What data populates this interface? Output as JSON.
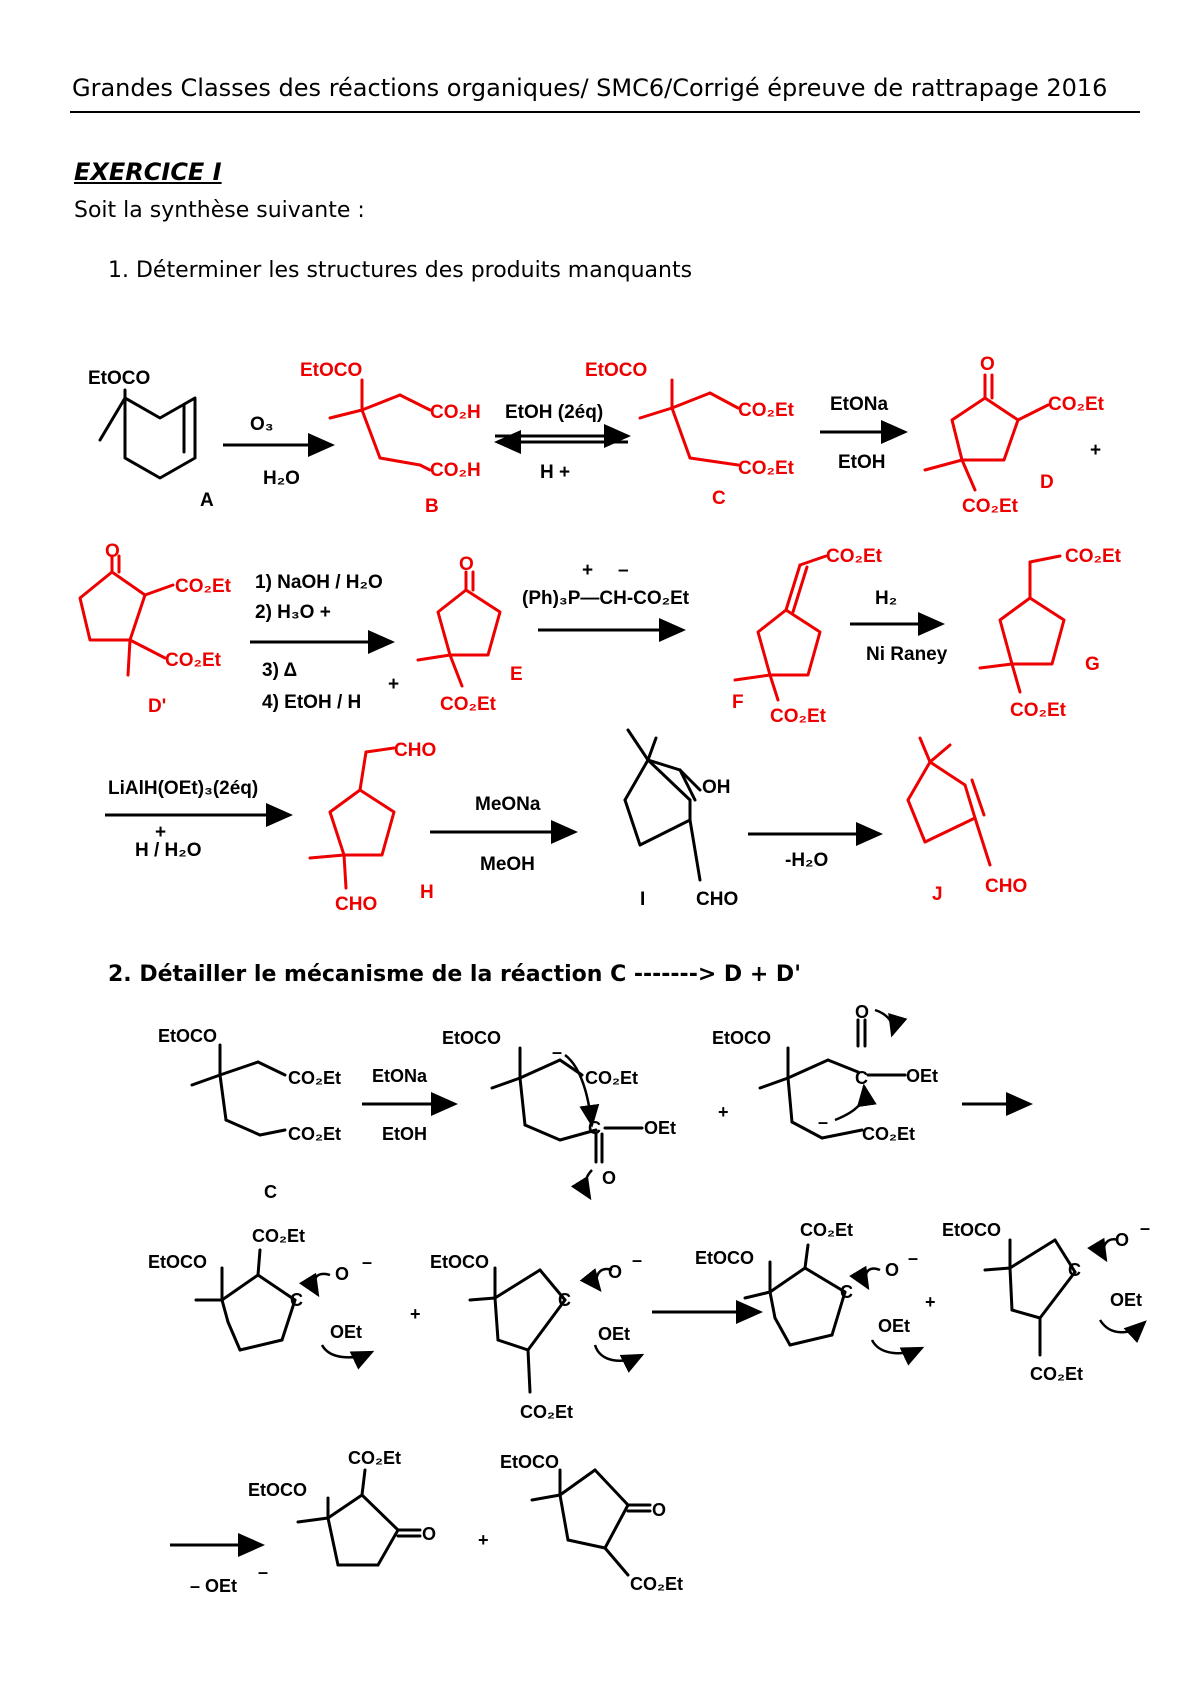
{
  "header": {
    "title": "Grandes Classes des réactions organiques/ SMC6/Corrigé épreuve de rattrapage 2016"
  },
  "exercise": {
    "title": "EXERCICE I",
    "intro": "Soit la synthèse suivante :",
    "q1": "1.  Déterminer les structures des produits manquants",
    "q2": "2.  Détailler le mécanisme de la réaction C -------> D + D'"
  },
  "labels": {
    "A": "A",
    "B": "B",
    "C": "C",
    "D": "D",
    "Dp": "D'",
    "E": "E",
    "F": "F",
    "G": "G",
    "H": "H",
    "I": "I",
    "J": "J"
  },
  "groups": {
    "etoco": "EtOCO",
    "co2h": "CO₂H",
    "co2et": "CO₂Et",
    "cho": "CHO",
    "oet": "OEt",
    "o": "O",
    "oh": "OH",
    "c": "C",
    "minus": "–",
    "plus": "+"
  },
  "reagents": {
    "r1_top": "O₃",
    "r1_bot": "H₂O",
    "r2_top": "EtOH (2éq)",
    "r2_bot": "H +",
    "r3_top": "EtONa",
    "r3_bot": "EtOH",
    "r4_1": "1) NaOH / H₂O",
    "r4_2": "2) H₃O +",
    "r4_3": "3)  Δ",
    "r4_4": "4) EtOH / H",
    "ylide": "(Ph)₃P—CH-CO₂Et",
    "r6_top": "H₂",
    "r6_bot": "Ni Raney",
    "r7_top": "LiAlH(OEt)₃(2éq)",
    "r7_bot": "H  /  H₂O",
    "r8_top": "MeONa",
    "r8_bot": "MeOH",
    "r9": "-H₂O",
    "m1_top": "EtONa",
    "m1_bot": "EtOH",
    "m_final": "– OEt"
  }
}
